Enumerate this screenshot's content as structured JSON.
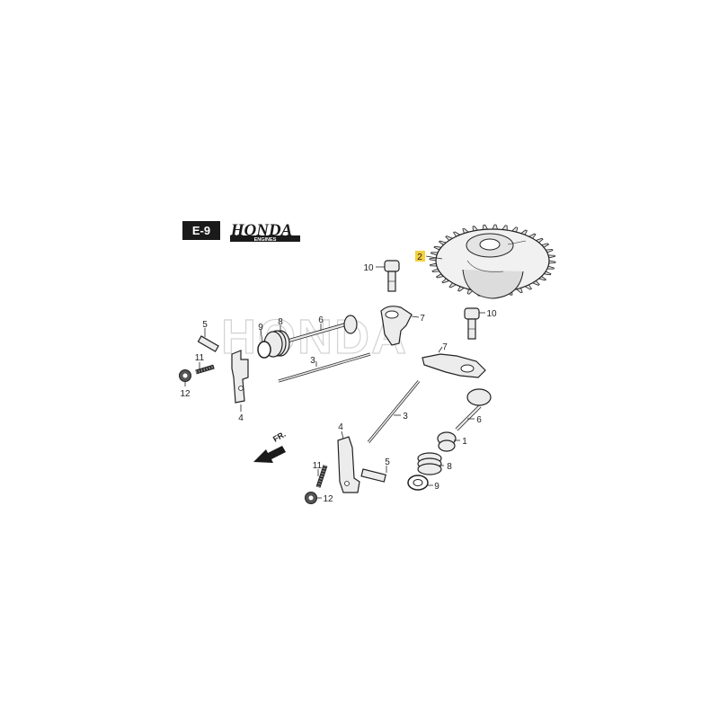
{
  "header": {
    "section_code": "E-9",
    "brand": "HONDA",
    "brand_sub": "ENGINES"
  },
  "watermark": "HONDA",
  "direction": "FR.",
  "callouts": [
    {
      "id": "c2",
      "text": "2",
      "highlight": true
    },
    {
      "id": "c10a",
      "text": "10"
    },
    {
      "id": "c10b",
      "text": "10"
    },
    {
      "id": "c7a",
      "text": "7"
    },
    {
      "id": "c7b",
      "text": "7"
    },
    {
      "id": "c5a",
      "text": "5"
    },
    {
      "id": "c9a",
      "text": "9"
    },
    {
      "id": "c8a",
      "text": "8"
    },
    {
      "id": "c6a",
      "text": "6"
    },
    {
      "id": "c3a",
      "text": "3"
    },
    {
      "id": "c11a",
      "text": "11"
    },
    {
      "id": "c12a",
      "text": "12"
    },
    {
      "id": "c4a",
      "text": "4"
    },
    {
      "id": "c3b",
      "text": "3"
    },
    {
      "id": "c6b",
      "text": "6"
    },
    {
      "id": "c1",
      "text": "1"
    },
    {
      "id": "c4b",
      "text": "4"
    },
    {
      "id": "c5b",
      "text": "5"
    },
    {
      "id": "c8b",
      "text": "8"
    },
    {
      "id": "c11b",
      "text": "11"
    },
    {
      "id": "c9b",
      "text": "9"
    },
    {
      "id": "c12b",
      "text": "12"
    }
  ],
  "colors": {
    "highlight": "#f2d040",
    "ink": "#222222",
    "badge": "#1a1a1a"
  }
}
